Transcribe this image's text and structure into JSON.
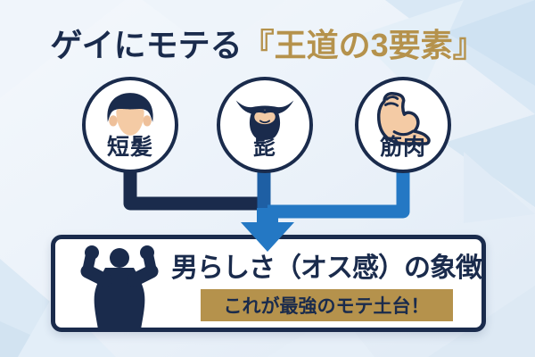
{
  "title": {
    "prefix": "ゲイにモテる",
    "highlight": "『王道の3要素』"
  },
  "factors": [
    {
      "label": "短髪",
      "icon": "short-hair-face-icon"
    },
    {
      "label": "髭",
      "icon": "beard-icon"
    },
    {
      "label": "筋肉",
      "icon": "flexed-bicep-icon"
    }
  ],
  "conclusion": {
    "heading": "男らしさ（オス感）の象徴",
    "banner": "これが最強のモテ土台！"
  },
  "colors": {
    "navy": "#1a2b4c",
    "gold": "#b5924c",
    "blue": "#2478c4",
    "dark_blue": "#1e5fa4",
    "skin": "#f4cba5",
    "background": "#e9f0f8"
  }
}
